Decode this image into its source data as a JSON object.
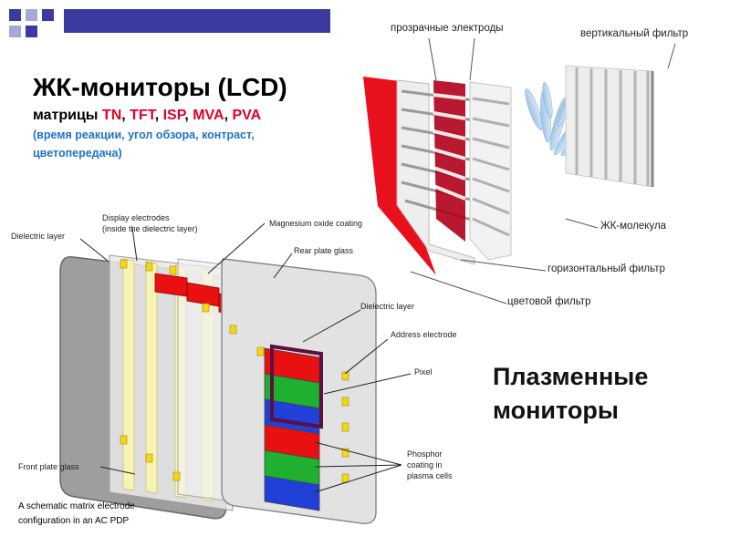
{
  "title": "ЖК-мониторы (LCD)",
  "matrix": {
    "prefix": "матрицы ",
    "types": [
      "TN",
      "TFT",
      "ISP",
      "MVA",
      "PVA"
    ],
    "separator": ", "
  },
  "note": "(время реакции, угол обзора, контраст, цветопередача)",
  "lcd_labels": {
    "electrodes": "прозрачные электроды",
    "vertical_filter": "вертикальный фильтр",
    "molecule": "ЖК-молекула",
    "horizontal_filter": "горизонтальный фильтр",
    "color_filter": "цветовой фильтр"
  },
  "plasma_heading": [
    "Плазменные",
    "мониторы"
  ],
  "pdp_labels": {
    "dielectric_layer_left": "Dielectric layer",
    "display_electrodes": "Display electrodes",
    "display_electrodes_sub": "(inside the dielectric layer)",
    "magnesium_oxide": "Magnesium oxide coating",
    "rear_plate": "Rear plate glass",
    "dielectric_layer_right": "Dielectric layer",
    "address_electrode": "Address electrode",
    "pixel": "Pixel",
    "phosphor": [
      "Phosphor",
      "coating in",
      "plasma cells"
    ],
    "front_plate": "Front plate glass"
  },
  "caption": [
    "A schematic matrix electrode",
    "configuration in an AC PDP"
  ],
  "colors": {
    "accent_bar": "#3a3aa0",
    "highlight": "#e0002a",
    "note_blue": "#1e73c8",
    "lcd_red": "#e8101c",
    "phosphor_red": "#e81010",
    "phosphor_green": "#20b030",
    "phosphor_blue": "#2040d8"
  }
}
